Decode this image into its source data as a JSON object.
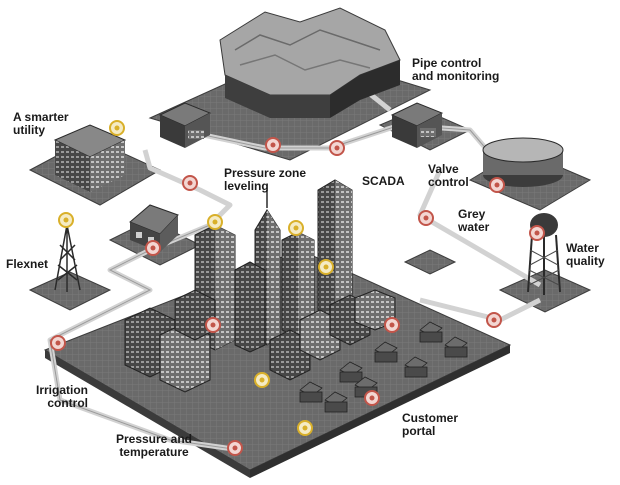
{
  "labels": {
    "pipe_control": "Pipe control\nand monitoring",
    "smarter_utility": "A smarter\nutility",
    "pressure_zone": "Pressure zone\nleveling",
    "scada": "SCADA",
    "valve_control": "Valve\ncontrol",
    "grey_water": "Grey\nwater",
    "water_quality": "Water\nquality",
    "flexnet": "Flexnet",
    "irrigation": "Irrigation\ncontrol",
    "customer_portal": "Customer\nportal",
    "pressure_temp": "Pressure and\ntemperature"
  },
  "colors": {
    "ground": "#5f5f5f",
    "ground_light": "#8c8c8c",
    "building_dark": "#3a3a3a",
    "building_light": "#8a8a8a",
    "pipe": "#d8d8d8",
    "sensor_red": "#c2554a",
    "sensor_yellow": "#d9b02a"
  },
  "icons": {
    "sensor_red": "red-sensor-ring-icon",
    "sensor_yellow": "yellow-sensor-ring-icon"
  }
}
